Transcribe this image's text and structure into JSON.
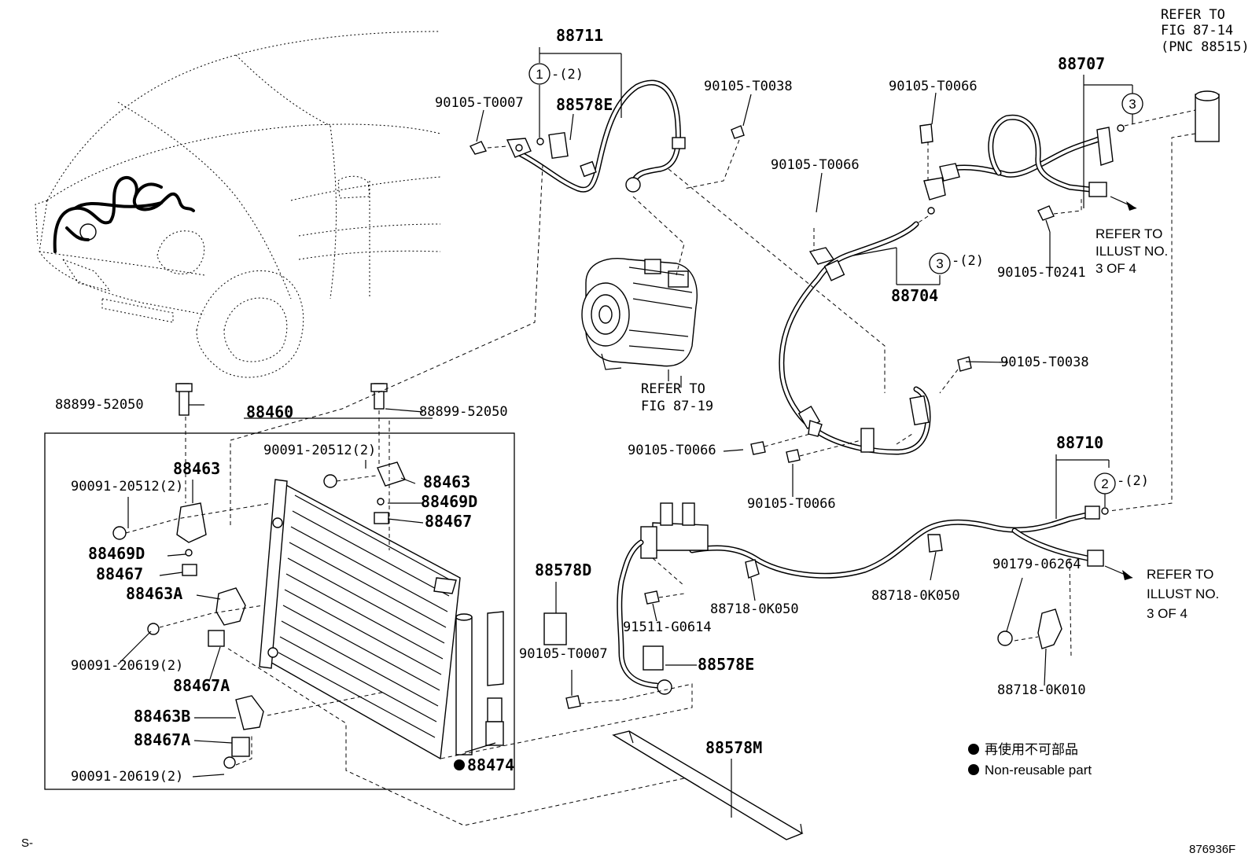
{
  "labels": {
    "p88711": "88711",
    "c1_88711": "-(2)",
    "p90105_T0007_top": "90105-T0007",
    "p88578E_top": "88578E",
    "p90105_T0038_top": "90105-T0038",
    "p90105_T0066_a": "90105-T0066",
    "p90105_T0066_b": "90105-T0066",
    "p88707": "88707",
    "refer_fig_87_14_l1": "REFER TO",
    "refer_fig_87_14_l2": "FIG 87-14",
    "refer_fig_87_14_l3": "(PNC 88515)",
    "refer_illust_a_l1": "REFER TO",
    "refer_illust_a_l2": "ILLUST NO.",
    "refer_illust_a_l3": "3 OF 4",
    "p90105_T0241": "90105-T0241",
    "c3_88704": "-(2)",
    "p88704": "88704",
    "p90105_T0038_mid": "90105-T0038",
    "refer_fig_87_19_l1": "REFER TO",
    "refer_fig_87_19_l2": "FIG 87-19",
    "p88899_52050_left": "88899-52050",
    "p88899_52050_right": "88899-52050",
    "p88460": "88460",
    "p90091_20512_right": "90091-20512(2)",
    "p88463_left": "88463",
    "p90091_20512_left": "90091-20512(2)",
    "p88463_right": "88463",
    "p88469D_right": "88469D",
    "p88467_right": "88467",
    "p88469D_left": "88469D",
    "p88467_left": "88467",
    "p88463A": "88463A",
    "p90091_20619_a": "90091-20619(2)",
    "p88467A_a": "88467A",
    "p88463B": "88463B",
    "p88467A_b": "88467A",
    "p90091_20619_b": "90091-20619(2)",
    "p88474": "88474",
    "p90105_T0066_c": "90105-T0066",
    "p90105_T0066_d": "90105-T0066",
    "p88710": "88710",
    "c2_88710": "-(2)",
    "p88578D": "88578D",
    "p88718_0K050_a": "88718-0K050",
    "p88718_0K050_b": "88718-0K050",
    "p90179_06264": "90179-06264",
    "refer_illust_b_l1": "REFER TO",
    "refer_illust_b_l2": "ILLUST NO.",
    "refer_illust_b_l3": "3 OF 4",
    "p91511_G0614": "91511-G0614",
    "p90105_T0007_bot": "90105-T0007",
    "p88578E_bot": "88578E",
    "p88718_0K010": "88718-0K010",
    "p88578M": "88578M",
    "circle_1": "1",
    "circle_2": "2",
    "circle_3a": "3",
    "circle_3b": "3"
  },
  "legend": {
    "jp": "再使用不可部品",
    "en": "Non-reusable part"
  },
  "footer": {
    "left": "S-",
    "right": "876936F"
  }
}
